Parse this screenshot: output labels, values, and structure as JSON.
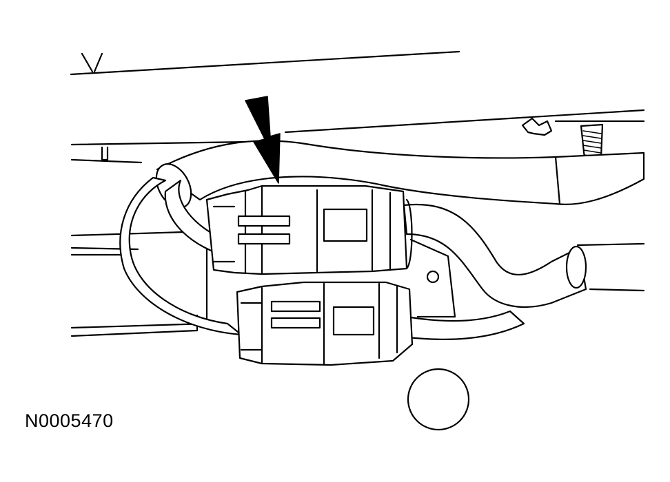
{
  "figure": {
    "id": "N0005470"
  },
  "parts": [
    {
      "name": "upper-connector",
      "icon": "electrical-connector-icon"
    },
    {
      "name": "lower-connector",
      "icon": "electrical-connector-icon"
    },
    {
      "name": "pointer-arrow",
      "icon": "arrow-down-icon"
    },
    {
      "name": "wiring-harness",
      "icon": "wire-harness-icon"
    },
    {
      "name": "push-pin-retainer",
      "icon": "push-pin-icon"
    }
  ],
  "colors": {
    "line": "#000000",
    "background": "#ffffff"
  }
}
